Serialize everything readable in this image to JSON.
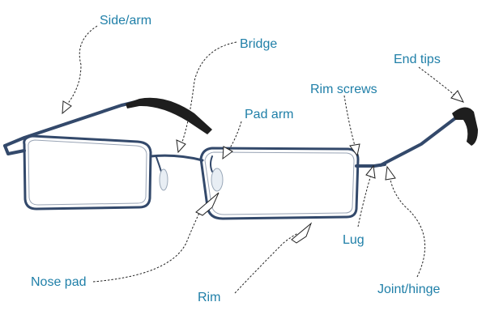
{
  "labels": {
    "side_arm": "Side/arm",
    "bridge": "Bridge",
    "end_tips": "End tips",
    "rim_screws": "Rim screws",
    "pad_arm": "Pad arm",
    "lug": "Lug",
    "nose_pad": "Nose pad",
    "rim": "Rim",
    "joint_hinge": "Joint/hinge"
  },
  "colors": {
    "label": "#1f7fa8",
    "frame": "#33496b",
    "tips": "#222222",
    "arrow": "#222222"
  }
}
